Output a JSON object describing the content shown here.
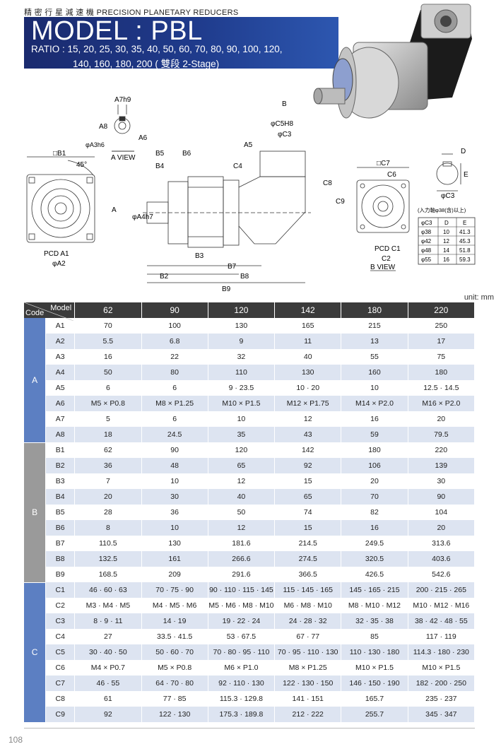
{
  "header": {
    "subtitle": "精 密 行 星 減 速 機   PRECISION PLANETARY REDUCERS",
    "model": "MODEL : PBL",
    "ratio_line1": "RATIO : 15, 20, 25, 30, 35, 40, 50, 60, 70, 80, 90, 100, 120,",
    "ratio_line2": "140, 160, 180, 200 ( 雙段 2-Stage)"
  },
  "drawing": {
    "a_view": "A VIEW",
    "b_view": "B VIEW",
    "pcd_a": "PCD A1",
    "pcd_a2": "φA2",
    "pcd_c": "PCD C1",
    "pcd_c2": "C2",
    "angle": "45°",
    "labels": {
      "A7": "A7h9",
      "A8": "A8",
      "A6": "A6",
      "A3": "φA3h6",
      "B1": "□B1",
      "B5": "B5",
      "B6": "B6",
      "B4": "B4",
      "A5": "A5",
      "C4": "C4",
      "C5": "φC5H8",
      "C3": "φC3",
      "C8": "C8",
      "C9": "C9",
      "A4": "φA4h7",
      "B3": "B3",
      "B7": "B7",
      "B2": "B2",
      "B8": "B8",
      "B9": "B9",
      "C7": "□C7",
      "C6": "C6",
      "D": "D",
      "E": "E",
      "C3b": "φC3",
      "A": "A",
      "B": "B"
    },
    "bore_note": "(入力軸φ38(含)以上)",
    "bore_table": {
      "headers": [
        "φC3",
        "D",
        "E"
      ],
      "rows": [
        [
          "φ38",
          "10",
          "41.3"
        ],
        [
          "φ42",
          "12",
          "45.3"
        ],
        [
          "φ48",
          "14",
          "51.8"
        ],
        [
          "φ55",
          "16",
          "59.3"
        ]
      ]
    }
  },
  "unit": "unit: mm",
  "table": {
    "corner_model": "Model",
    "corner_code": "Code",
    "models": [
      "62",
      "90",
      "120",
      "142",
      "180",
      "220"
    ],
    "groups": [
      {
        "name": "A",
        "rows": [
          {
            "code": "A1",
            "values": [
              "70",
              "100",
              "130",
              "165",
              "215",
              "250"
            ]
          },
          {
            "code": "A2",
            "values": [
              "5.5",
              "6.8",
              "9",
              "11",
              "13",
              "17"
            ]
          },
          {
            "code": "A3",
            "values": [
              "16",
              "22",
              "32",
              "40",
              "55",
              "75"
            ]
          },
          {
            "code": "A4",
            "values": [
              "50",
              "80",
              "110",
              "130",
              "160",
              "180"
            ]
          },
          {
            "code": "A5",
            "values": [
              "6",
              "6",
              "9 · 23.5",
              "10 · 20",
              "10",
              "12.5 · 14.5"
            ]
          },
          {
            "code": "A6",
            "values": [
              "M5 × P0.8",
              "M8 × P1.25",
              "M10 × P1.5",
              "M12 × P1.75",
              "M14 × P2.0",
              "M16 × P2.0"
            ]
          },
          {
            "code": "A7",
            "values": [
              "5",
              "6",
              "10",
              "12",
              "16",
              "20"
            ]
          },
          {
            "code": "A8",
            "values": [
              "18",
              "24.5",
              "35",
              "43",
              "59",
              "79.5"
            ]
          }
        ]
      },
      {
        "name": "B",
        "rows": [
          {
            "code": "B1",
            "values": [
              "62",
              "90",
              "120",
              "142",
              "180",
              "220"
            ]
          },
          {
            "code": "B2",
            "values": [
              "36",
              "48",
              "65",
              "92",
              "106",
              "139"
            ]
          },
          {
            "code": "B3",
            "values": [
              "7",
              "10",
              "12",
              "15",
              "20",
              "30"
            ]
          },
          {
            "code": "B4",
            "values": [
              "20",
              "30",
              "40",
              "65",
              "70",
              "90"
            ]
          },
          {
            "code": "B5",
            "values": [
              "28",
              "36",
              "50",
              "74",
              "82",
              "104"
            ]
          },
          {
            "code": "B6",
            "values": [
              "8",
              "10",
              "12",
              "15",
              "16",
              "20"
            ]
          },
          {
            "code": "B7",
            "values": [
              "110.5",
              "130",
              "181.6",
              "214.5",
              "249.5",
              "313.6"
            ]
          },
          {
            "code": "B8",
            "values": [
              "132.5",
              "161",
              "266.6",
              "274.5",
              "320.5",
              "403.6"
            ]
          },
          {
            "code": "B9",
            "values": [
              "168.5",
              "209",
              "291.6",
              "366.5",
              "426.5",
              "542.6"
            ]
          }
        ]
      },
      {
        "name": "C",
        "rows": [
          {
            "code": "C1",
            "values": [
              "46 · 60 · 63",
              "70 · 75 · 90",
              "90 · 110 · 115 · 145",
              "115 · 145 · 165",
              "145 · 165 · 215",
              "200 · 215 · 265"
            ]
          },
          {
            "code": "C2",
            "values": [
              "M3 · M4 · M5",
              "M4 · M5 · M6",
              "M5 · M6 · M8 · M10",
              "M6 · M8 · M10",
              "M8 · M10 · M12",
              "M10 · M12 · M16"
            ]
          },
          {
            "code": "C3",
            "values": [
              "8 · 9 · 11",
              "14 · 19",
              "19 · 22 · 24",
              "24 · 28 · 32",
              "32 · 35 · 38",
              "38 · 42 · 48 · 55"
            ]
          },
          {
            "code": "C4",
            "values": [
              "27",
              "33.5 · 41.5",
              "53 · 67.5",
              "67 · 77",
              "85",
              "117 · 119"
            ]
          },
          {
            "code": "C5",
            "values": [
              "30 · 40 · 50",
              "50 · 60 · 70",
              "70 · 80 · 95 · 110",
              "70 · 95 · 110 · 130",
              "110 · 130 · 180",
              "114.3 · 180 · 230"
            ]
          },
          {
            "code": "C6",
            "values": [
              "M4 × P0.7",
              "M5 × P0.8",
              "M6 × P1.0",
              "M8 × P1.25",
              "M10 × P1.5",
              "M10 × P1.5"
            ]
          },
          {
            "code": "C7",
            "values": [
              "46 · 55",
              "64 · 70 · 80",
              "92 · 110 · 130",
              "122 · 130 · 150",
              "146 · 150 · 190",
              "182 · 200 · 250"
            ]
          },
          {
            "code": "C8",
            "values": [
              "61",
              "77 · 85",
              "115.3 · 129.8",
              "141 · 151",
              "165.7",
              "235 · 237"
            ]
          },
          {
            "code": "C9",
            "values": [
              "92",
              "122 · 130",
              "175.3 · 189.8",
              "212 · 222",
              "255.7",
              "345 · 347"
            ]
          }
        ]
      }
    ]
  },
  "page_number": "108"
}
